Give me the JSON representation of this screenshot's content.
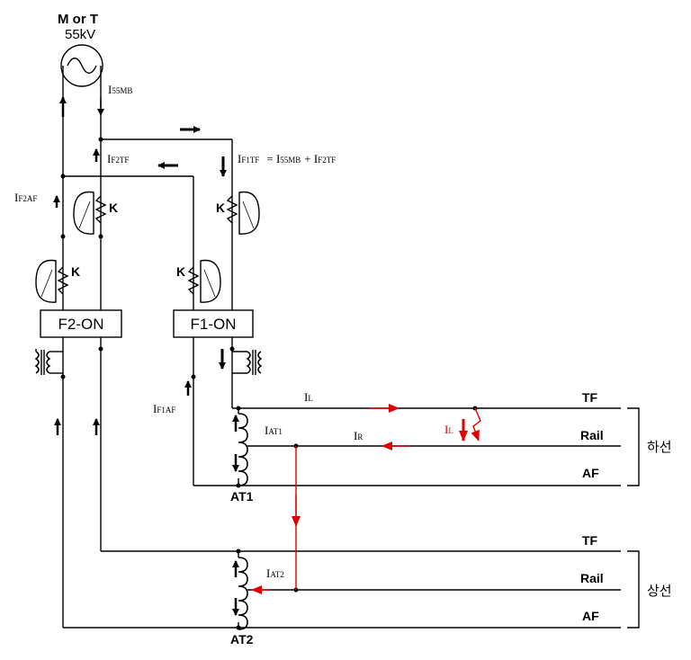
{
  "source": {
    "label": "M or T",
    "voltage": "55kV"
  },
  "currents": {
    "i55mb": "I",
    "i55mb_sub": "55MB",
    "if2tf": "I",
    "if2tf_sub": "F2TF",
    "if1tf": "I",
    "if1tf_sub": "F1TF",
    "if1tf_eq_a": "= I",
    "if1tf_eq_a_sub": "55MB",
    "if1tf_eq_b": "+ I",
    "if1tf_eq_b_sub": "F2TF",
    "if2af": "I",
    "if2af_sub": "F2AF",
    "if1af": "I",
    "if1af_sub": "F1AF",
    "il": "I",
    "il_sub": "L",
    "il_fault": "I",
    "il_fault_sub": "L",
    "ir": "I",
    "ir_sub": "R",
    "iat1": "I",
    "iat1_sub": "AT1",
    "iat2": "I",
    "iat2_sub": "AT2"
  },
  "relays": {
    "k1": "K",
    "k2": "K",
    "k3": "K",
    "k4": "K"
  },
  "breakers": {
    "f2": "F2-ON",
    "f1": "F1-ON"
  },
  "autotransformers": {
    "at1": "AT1",
    "at2": "AT2"
  },
  "lines": {
    "down": {
      "tf": "TF",
      "rail": "Rail",
      "af": "AF",
      "group": "하선"
    },
    "up": {
      "tf": "TF",
      "rail": "Rail",
      "af": "AF",
      "group": "상선"
    }
  },
  "colors": {
    "wire": "#000000",
    "fault": "#e00000"
  }
}
